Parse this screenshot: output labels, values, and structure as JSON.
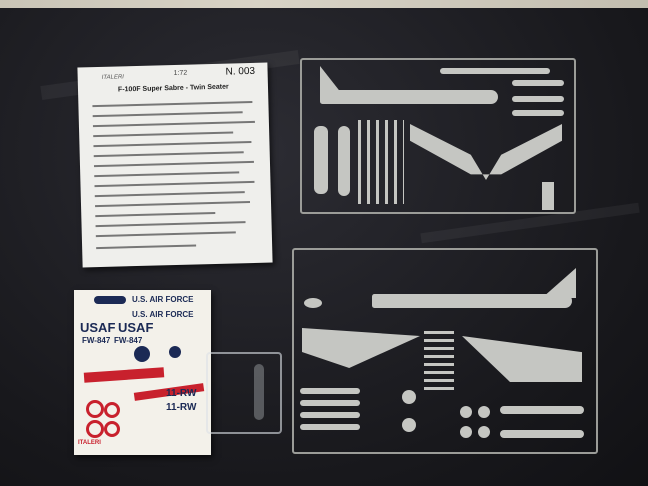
{
  "scene": "Model kit contents on dark cloth",
  "instructions": {
    "brand": "ITALERI",
    "scale": "1:72",
    "kit_number": "N. 003",
    "title": "F-100F Super Sabre - Twin Seater"
  },
  "decal_sheet": {
    "us_air_force_1": "U.S. AIR FORCE",
    "us_air_force_2": "U.S. AIR FORCE",
    "usaf_1": "USAF",
    "usaf_2": "USAF",
    "serial_1": "FW-847",
    "serial_2": "FW-847",
    "unit_1": "11-RW",
    "unit_2": "11-RW",
    "brand": "ITALERI"
  },
  "colors": {
    "plastic": "#c5c6c2",
    "cloth": "#1e1e22",
    "decal_blue": "#1b2a55",
    "decal_red": "#c8212d"
  }
}
